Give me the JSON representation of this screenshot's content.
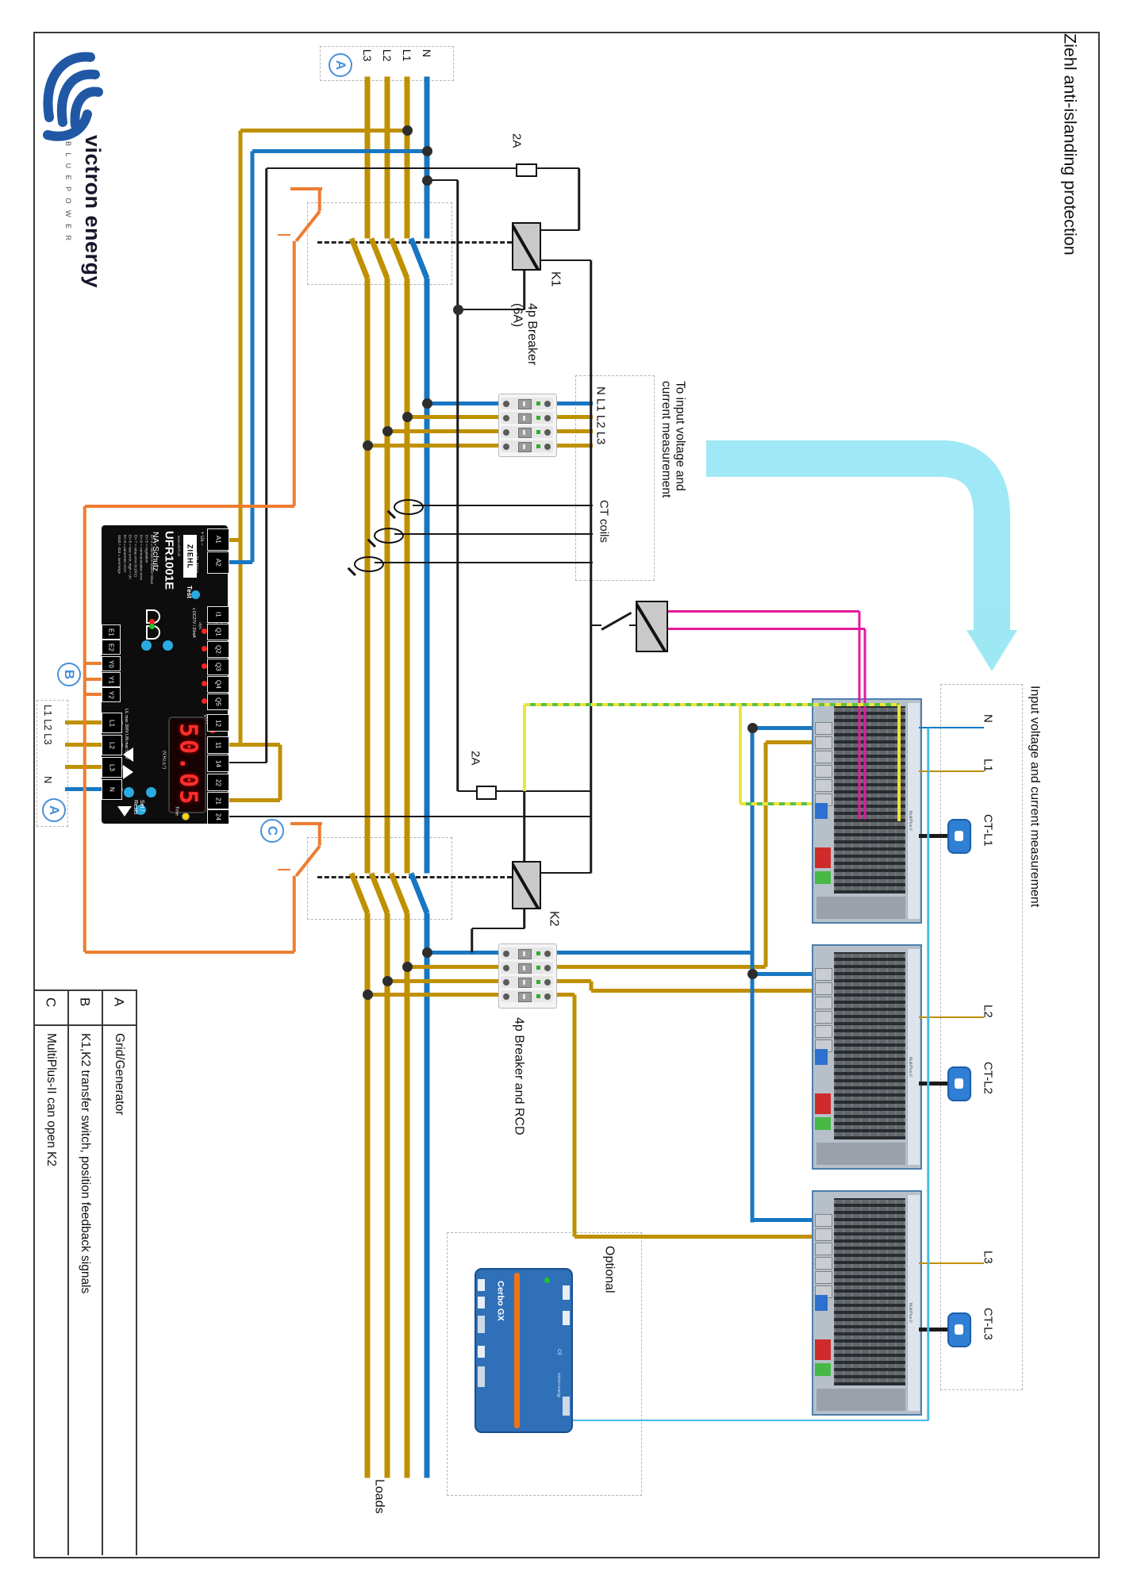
{
  "header": {
    "title": "Ziehl anti-islanding protection"
  },
  "logo": {
    "brand": "victron energy",
    "tagline": "B L U E   P O W E R"
  },
  "markers": {
    "a": "A",
    "b": "B",
    "c": "C"
  },
  "bus": {
    "labels": [
      "L3",
      "L2",
      "L1",
      "N"
    ]
  },
  "labels": {
    "fuse1": "2A",
    "fuse2": "2A",
    "k1": "K1",
    "k2": "K2",
    "breaker6a_l1": "4p Breaker",
    "breaker6a_l2": "(6A)",
    "breaker_rcd": "4p Breaker and RCD",
    "meas_out": "N L1 L2 L3",
    "ct_coils": "CT coils",
    "to_input_l1": "To input voltage and",
    "to_input_l2": "current measurement",
    "input_meas": "Input voltage and current measurement",
    "loads": "Loads",
    "optional": "Optional",
    "left_phases": "L1 L2 L3",
    "left_neutral": "N"
  },
  "right_labels": {
    "n": "N",
    "l1": "L1",
    "ctl1": "CT-L1",
    "l2": "L2",
    "ctl2": "CT-L2",
    "l3": "L3",
    "ctl3": "CT-L3"
  },
  "legend": {
    "rows": [
      {
        "key": "A",
        "label": "Grid/Generator"
      },
      {
        "key": "B",
        "label": "K1,K2 transfer switch, position feedback signals"
      },
      {
        "key": "C",
        "label": "MultiPlus-II can open K2"
      }
    ]
  },
  "ufr": {
    "brand": "ZIEHL",
    "site": "www.ziehl.de",
    "model": "UFR1001E",
    "type": "NA-Schutz",
    "test": "Test",
    "us": "+ Us −",
    "us_range": "= 24..270 V",
    "dc": "≤ DC27V / 20mA",
    "vsr": "VSR",
    "k1": "K1",
    "k2": "K2",
    "display": "50.05",
    "display_unit": "(V,Hz,s,°)",
    "time": "Time",
    "set_reset": "Set /\nReset",
    "max1": "L/L max 300V",
    "max2": "L/N max 520V",
    "err": [
      "Err 4 = tolerance Master-Slave",
      "Err 5 = regulation",
      "Err 6 = communication error",
      "Err 7 = relay error (K1/K2)",
      "Err 8 = test error, high < Un",
      "Err 9 = parameter error",
      "3333 / -333 = overrange"
    ],
    "qmarks": "Un\nLN\nf>\nf<\n>U<",
    "term_left": [
      "E1",
      "E2",
      "Y0",
      "Y1",
      "Y2"
    ],
    "term_in": [
      "L1",
      "L2",
      "L3",
      "N"
    ],
    "term_right": [
      "I1",
      "Q1",
      "Q2",
      "Q3",
      "Q4",
      "Q5"
    ],
    "term_k1": [
      "12",
      "11",
      "14"
    ],
    "term_k2": [
      "22",
      "21",
      "24"
    ],
    "term_a": [
      "A1",
      "A2"
    ]
  },
  "multiplus": {
    "name": "MultiPlus-II"
  },
  "cerbo": {
    "name": "Cerbo GX",
    "brand": "victron energy",
    "ce": "CE"
  },
  "colors": {
    "gold": "#BF9000",
    "blue": "#1877C2",
    "orange": "#ED7D31",
    "black": "#1a1a1a",
    "pink": "#E5199C",
    "cyan": "#45BDE8",
    "victron": "#2158A5",
    "accent": "#4a90d9"
  }
}
